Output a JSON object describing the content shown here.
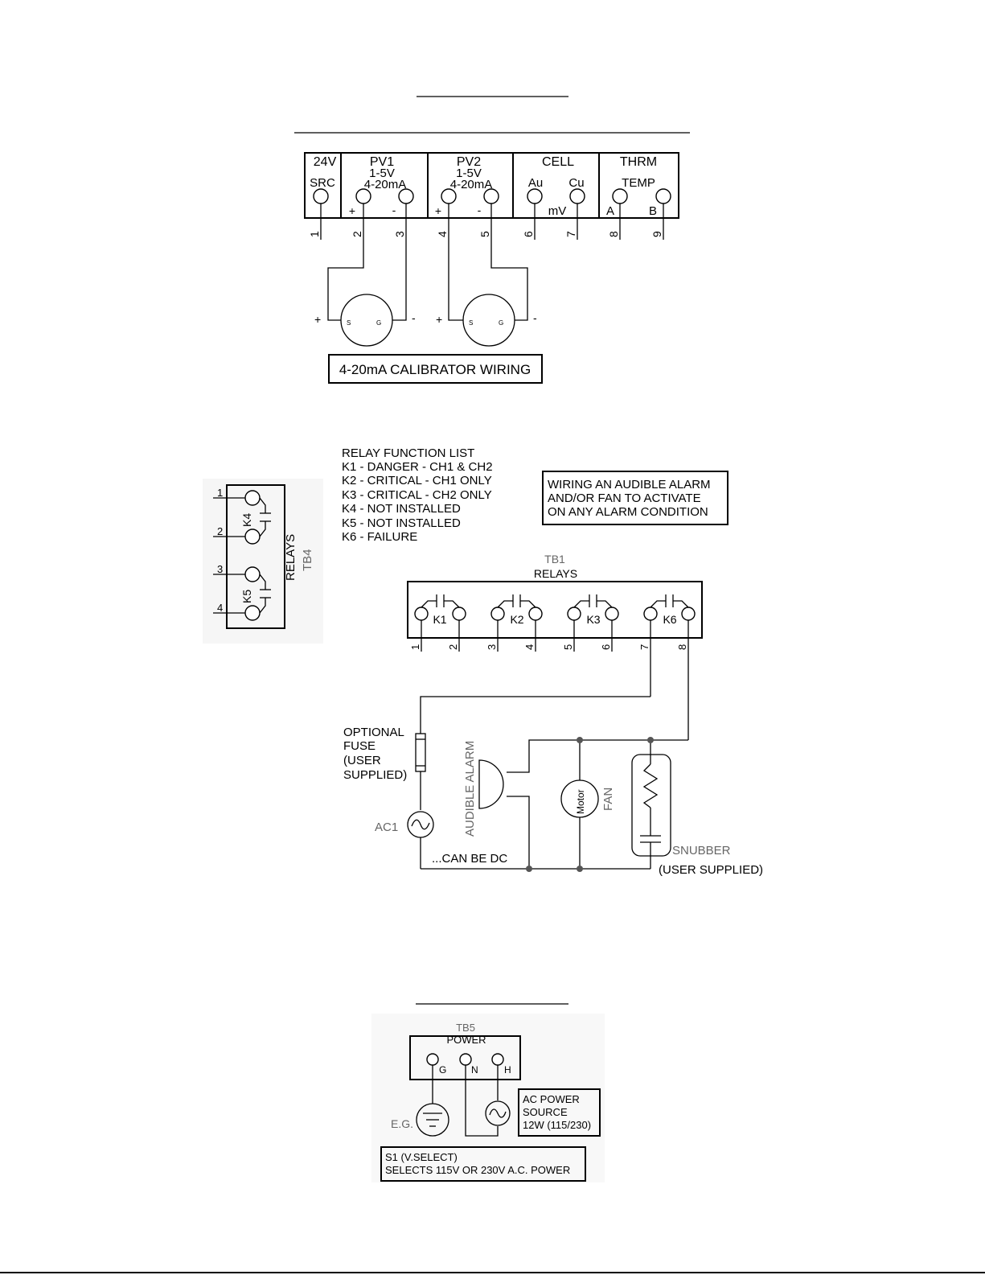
{
  "top_section": {
    "terminal_headers": [
      "24V",
      "PV1",
      "PV2",
      "CELL",
      "THRM"
    ],
    "sub_labels": {
      "src": "SRC",
      "pv1_range1": "1-5V",
      "pv1_range2": "4-20mA",
      "pv2_range1": "1-5V",
      "pv2_range2": "4-20mA",
      "au": "Au",
      "cu": "Cu",
      "mv": "mV",
      "temp": "TEMP",
      "a": "A",
      "b": "B",
      "plus": "+",
      "minus": "-"
    },
    "terminal_numbers": [
      "1",
      "2",
      "3",
      "4",
      "5",
      "6",
      "7",
      "8",
      "9"
    ],
    "calibrator": {
      "s": "S",
      "g": "G",
      "plus": "+",
      "minus": "-"
    },
    "caption": "4-20mA CALIBRATOR WIRING"
  },
  "relay_section": {
    "tb4": {
      "label": "TB4",
      "relays_label": "RELAYS",
      "terminal_numbers": [
        "1",
        "2",
        "3",
        "4"
      ],
      "relay_names": [
        "K4",
        "K5"
      ]
    },
    "function_list": [
      "RELAY FUNCTION LIST",
      "K1 - DANGER - CH1 & CH2",
      "K2 - CRITICAL - CH1 ONLY",
      "K3 - CRITICAL - CH2 ONLY",
      "K4 - NOT INSTALLED",
      "K5 - NOT INSTALLED",
      "K6 - FAILURE"
    ],
    "alarm_note": [
      "WIRING AN AUDIBLE ALARM",
      "AND/OR FAN TO ACTIVATE",
      "ON ANY ALARM CONDITION"
    ],
    "tb1": {
      "label": "TB1",
      "relays_label": "RELAYS",
      "relay_names": [
        "K1",
        "K2",
        "K3",
        "K6"
      ],
      "terminal_numbers": [
        "1",
        "2",
        "3",
        "4",
        "5",
        "6",
        "7",
        "8"
      ]
    },
    "fuse_label": [
      "OPTIONAL",
      "FUSE",
      "(USER",
      "SUPPLIED)"
    ],
    "ac1": "AC1",
    "can_be_dc": "...CAN BE DC",
    "audible_alarm": "AUDIBLE ALARM",
    "motor": "Motor",
    "fan": "FAN",
    "snubber": "SNUBBER",
    "snubber_note": "(USER SUPPLIED)"
  },
  "power_section": {
    "tb5": "TB5",
    "power": "POWER",
    "terminals": [
      "G",
      "N",
      "H"
    ],
    "eg": "E.G.",
    "ac_source": [
      "AC POWER",
      "SOURCE",
      "12W (115/230)"
    ],
    "s1_note": [
      "S1 (V.SELECT)",
      "SELECTS 115V OR 230V A.C. POWER"
    ]
  }
}
